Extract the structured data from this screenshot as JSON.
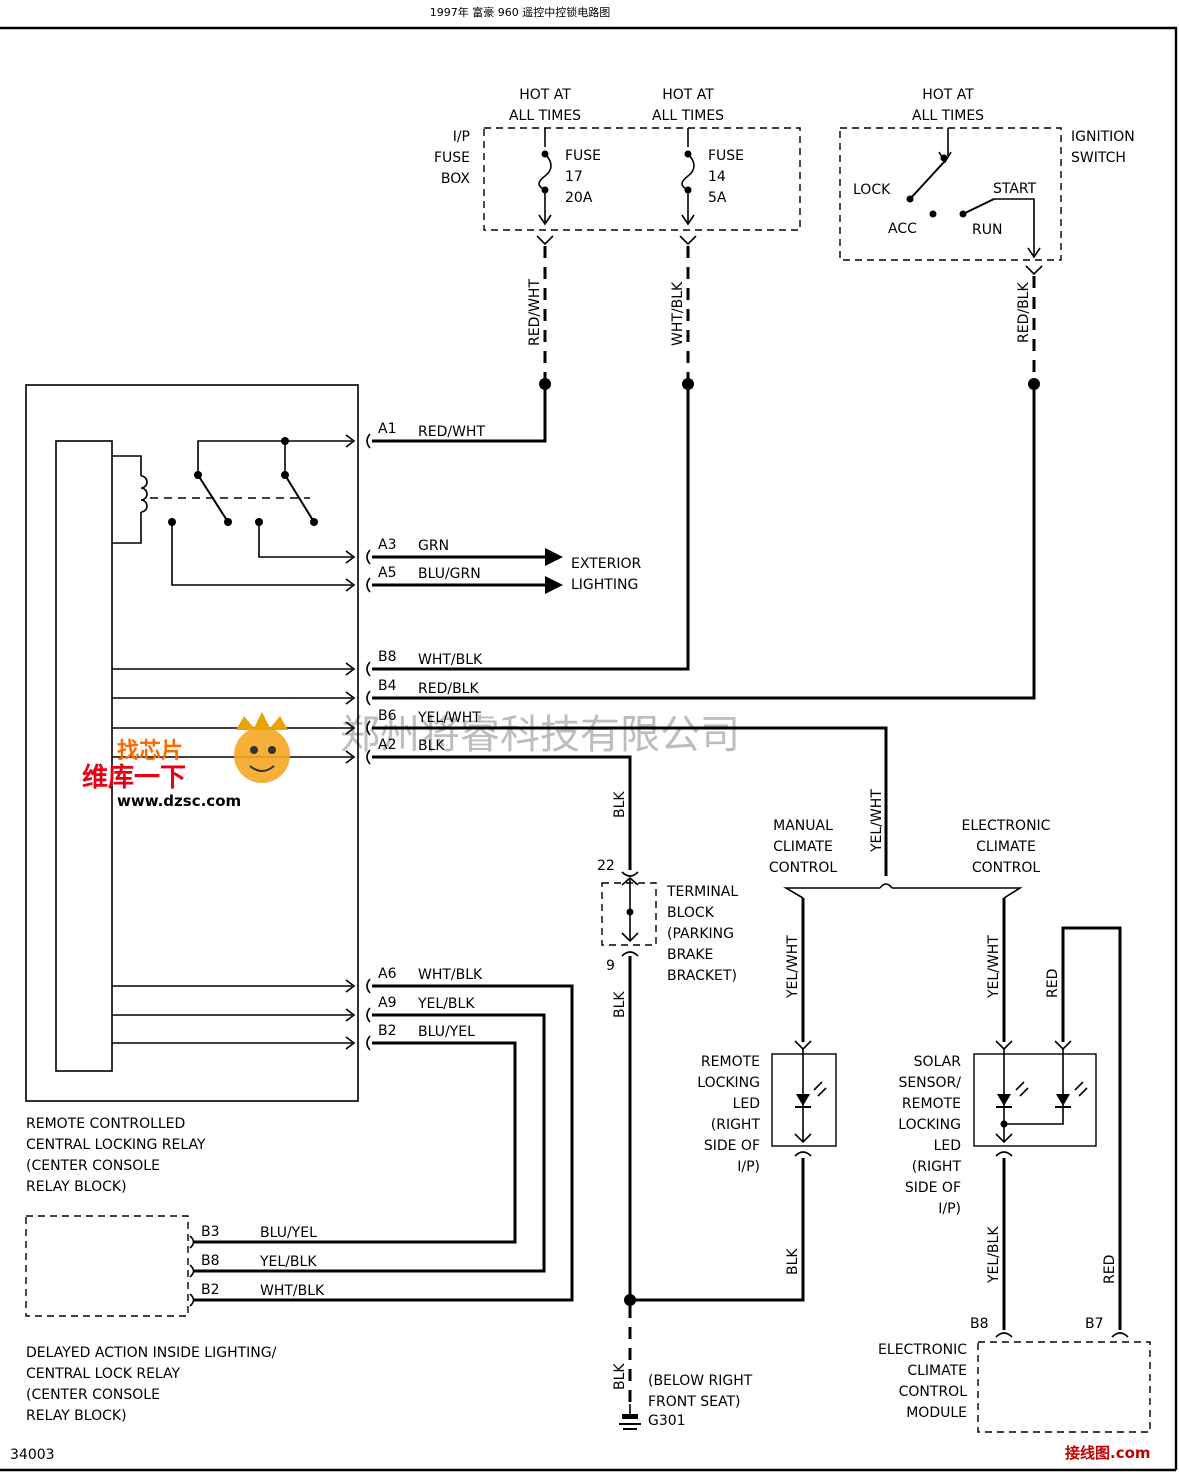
{
  "title": "1997年 富豪 960 遥控中控锁电路图",
  "figure_number": "34003",
  "watermark": "郑州将睿科技有限公司",
  "logo": {
    "text_top": "找芯片",
    "text_mid": "维库一下",
    "url": "www.dzsc.com"
  },
  "corner_logo": "接线图.com",
  "power": {
    "hot_at": "HOT AT",
    "all_times": "ALL TIMES",
    "fuse_box": [
      "I/P",
      "FUSE",
      "BOX"
    ],
    "fuse17": [
      "FUSE",
      "17",
      "20A"
    ],
    "fuse14": [
      "FUSE",
      "14",
      "5A"
    ],
    "ignition_switch": [
      "IGNITION",
      "SWITCH"
    ],
    "positions": {
      "lock": "LOCK",
      "acc": "ACC",
      "run": "RUN",
      "start": "START"
    }
  },
  "wire_colors": {
    "red_wht": "RED/WHT",
    "wht_blk": "WHT/BLK",
    "red_blk": "RED/BLK",
    "grn": "GRN",
    "blu_grn": "BLU/GRN",
    "yel_wht": "YEL/WHT",
    "blk": "BLK",
    "yel_blk": "YEL/BLK",
    "blu_yel": "BLU/YEL",
    "red": "RED"
  },
  "relay_pins": {
    "a1": "A1",
    "a3": "A3",
    "a5": "A5",
    "b8": "B8",
    "b4": "B4",
    "b6": "B6",
    "a2": "A2",
    "a6": "A6",
    "a9": "A9",
    "b2": "B2"
  },
  "delayed_pins": {
    "b3": "B3",
    "b8": "B8",
    "b2": "B2"
  },
  "exterior_lighting": [
    "EXTERIOR",
    "LIGHTING"
  ],
  "relay_label": [
    "REMOTE CONTROLLED",
    "CENTRAL LOCKING RELAY",
    "(CENTER CONSOLE",
    "RELAY BLOCK)"
  ],
  "delayed_label": [
    "DELAYED ACTION INSIDE LIGHTING/",
    "CENTRAL LOCK RELAY",
    "(CENTER CONSOLE",
    "RELAY BLOCK)"
  ],
  "terminal_block": {
    "pin_top": "22",
    "pin_bottom": "9",
    "label": [
      "TERMINAL",
      "BLOCK",
      "(PARKING",
      "BRAKE",
      "BRACKET)"
    ]
  },
  "manual_climate": [
    "MANUAL",
    "CLIMATE",
    "CONTROL"
  ],
  "electronic_climate": [
    "ELECTRONIC",
    "CLIMATE",
    "CONTROL"
  ],
  "remote_led_label": [
    "REMOTE",
    "LOCKING",
    "LED",
    "(RIGHT",
    "SIDE OF",
    "I/P)"
  ],
  "solar_label": [
    "SOLAR",
    "SENSOR/",
    "REMOTE",
    "LOCKING",
    "LED",
    "(RIGHT",
    "SIDE OF",
    "I/P)"
  ],
  "ground": {
    "label": [
      "(BELOW RIGHT",
      "FRONT SEAT)"
    ],
    "id": "G301"
  },
  "module": {
    "pin_b8": "B8",
    "pin_b7": "B7",
    "label": [
      "ELECTRONIC",
      "CLIMATE",
      "CONTROL",
      "MODULE"
    ]
  }
}
